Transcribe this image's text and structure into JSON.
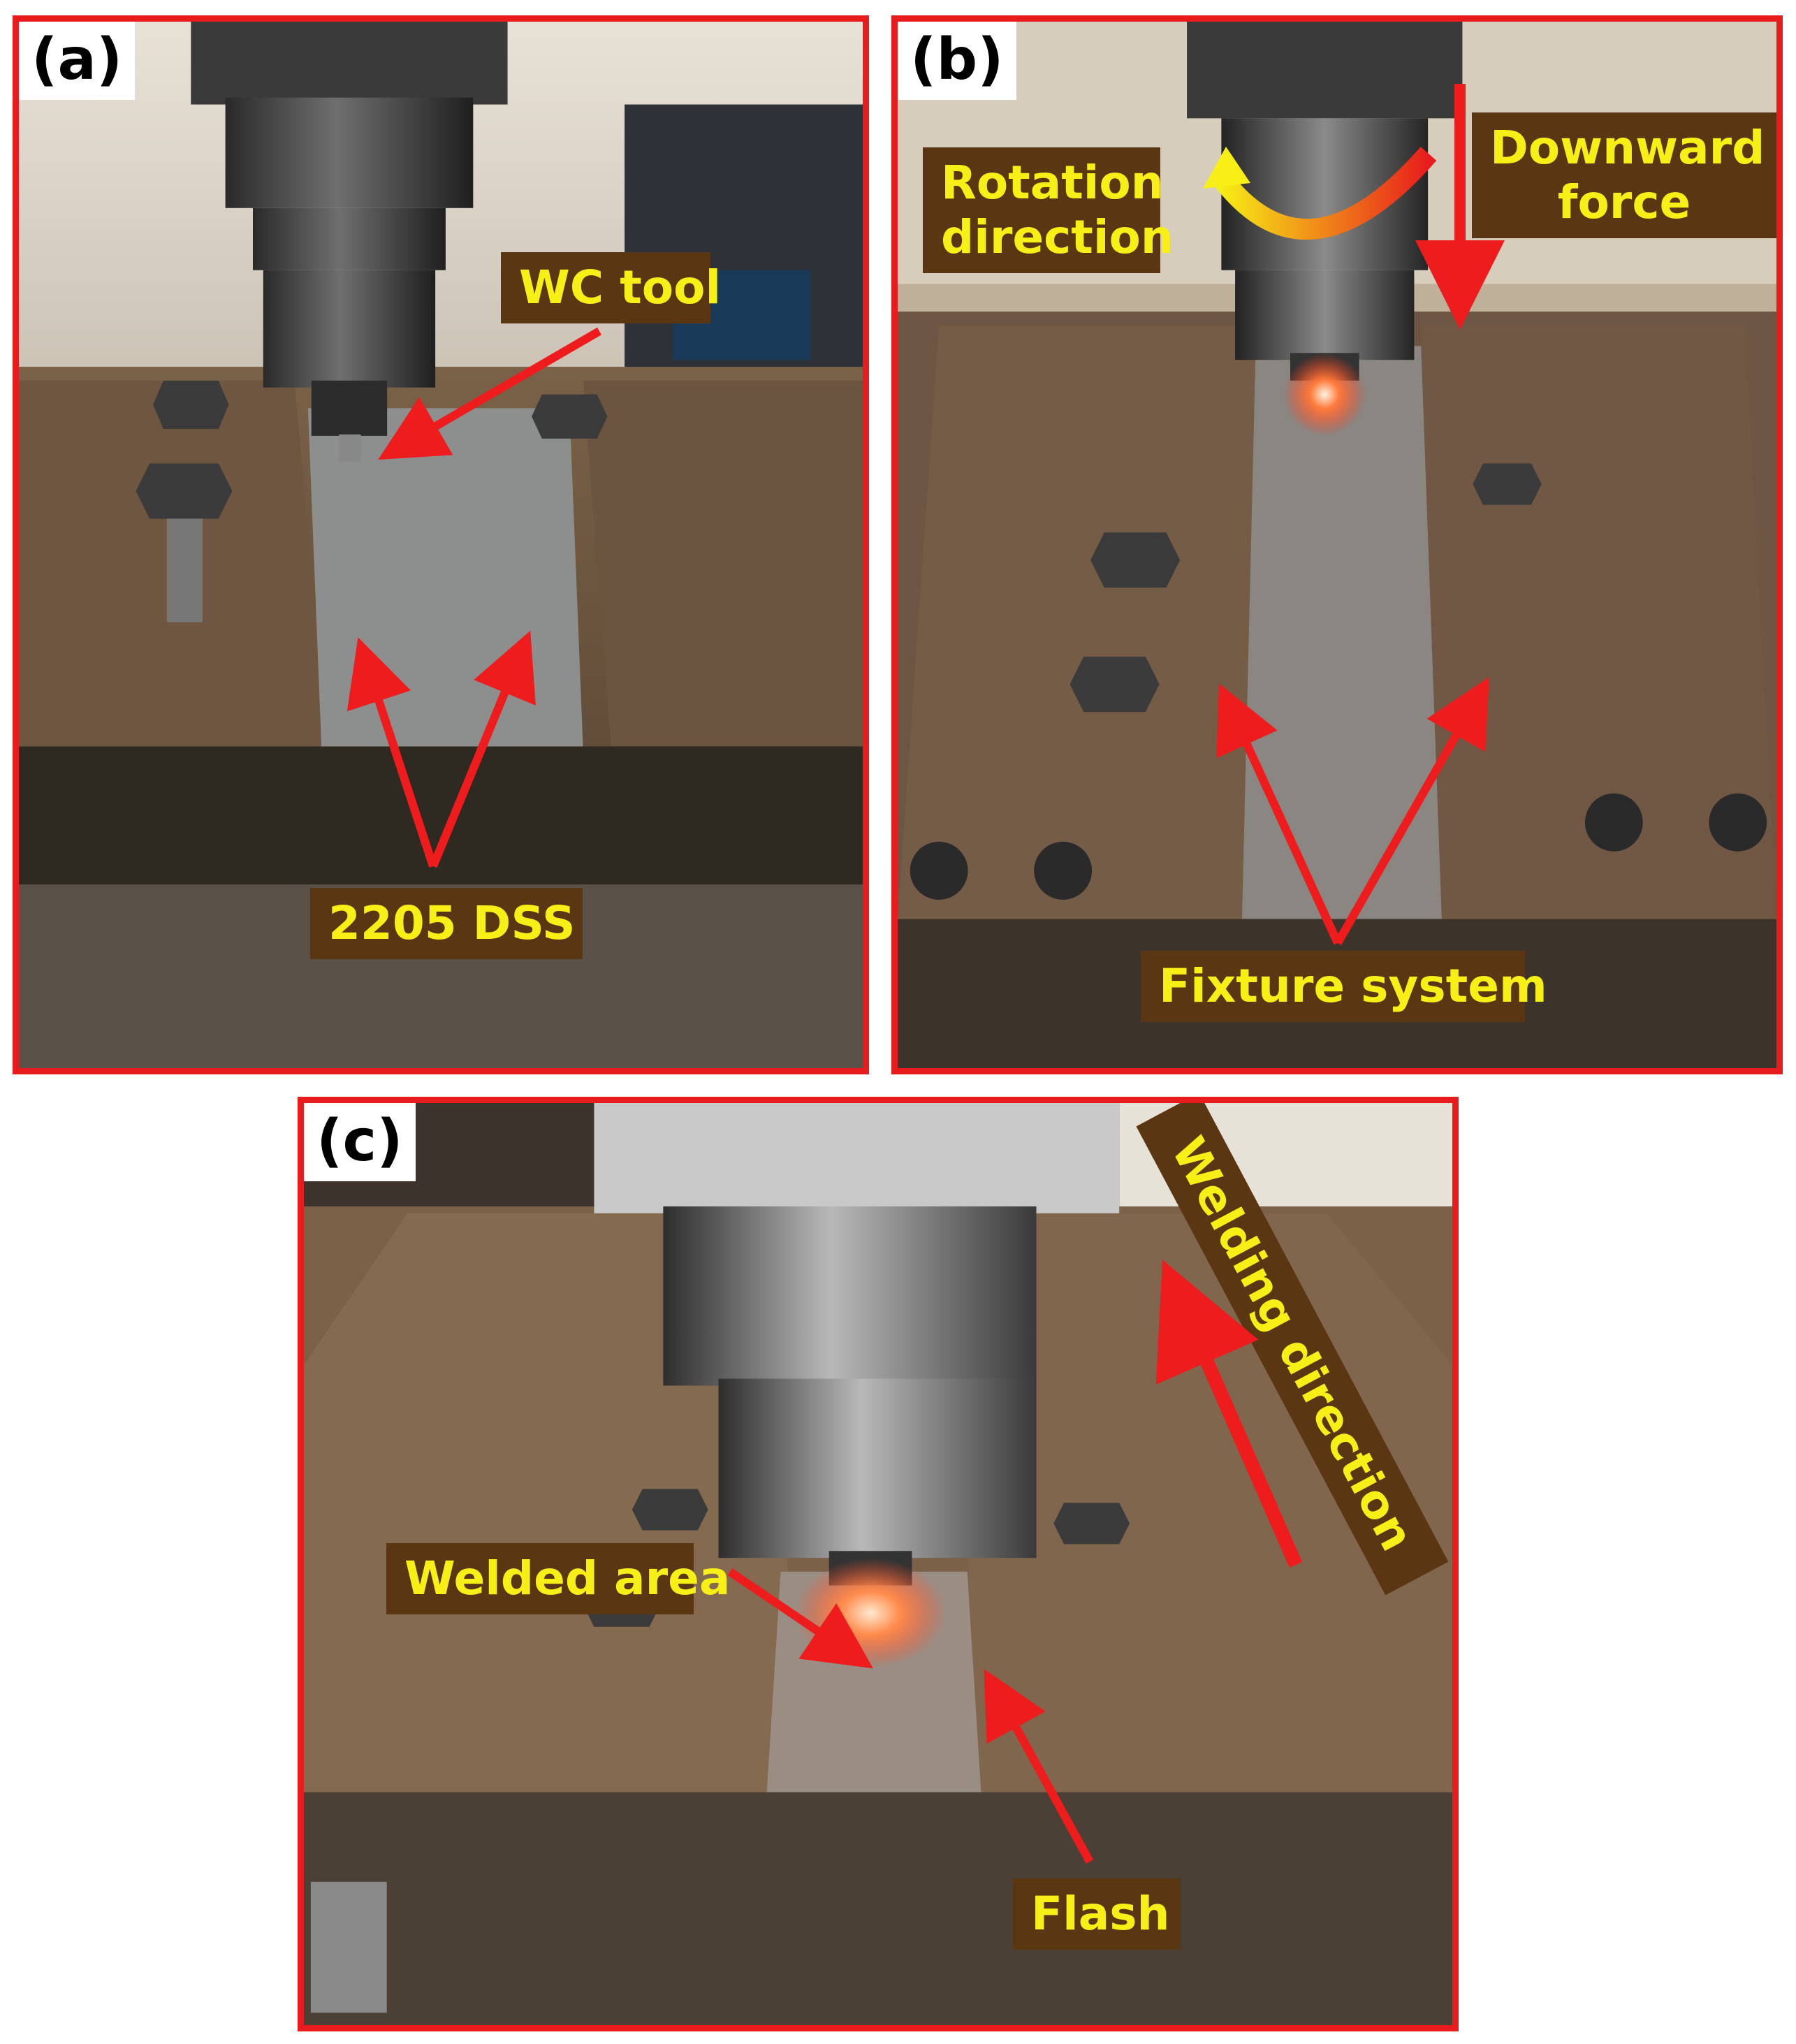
{
  "panels": [
    {
      "letter": "(a)",
      "labels": {
        "tool": "WC tool",
        "material": "2205 DSS"
      }
    },
    {
      "letter": "(b)",
      "labels": {
        "rotation_line1": "Rotation",
        "rotation_line2": "direction",
        "force_line1": "Downward",
        "force_line2": "force",
        "fixture": "Fixture system"
      }
    },
    {
      "letter": "(c)",
      "labels": {
        "welded": "Welded area",
        "flash": "Flash",
        "direction": "Welding direction"
      }
    }
  ],
  "colors": {
    "frame": "#e81c1c",
    "arrow": "#ee1c1c",
    "label_bg": "#5b3612",
    "label_text": "#f7ef16"
  }
}
